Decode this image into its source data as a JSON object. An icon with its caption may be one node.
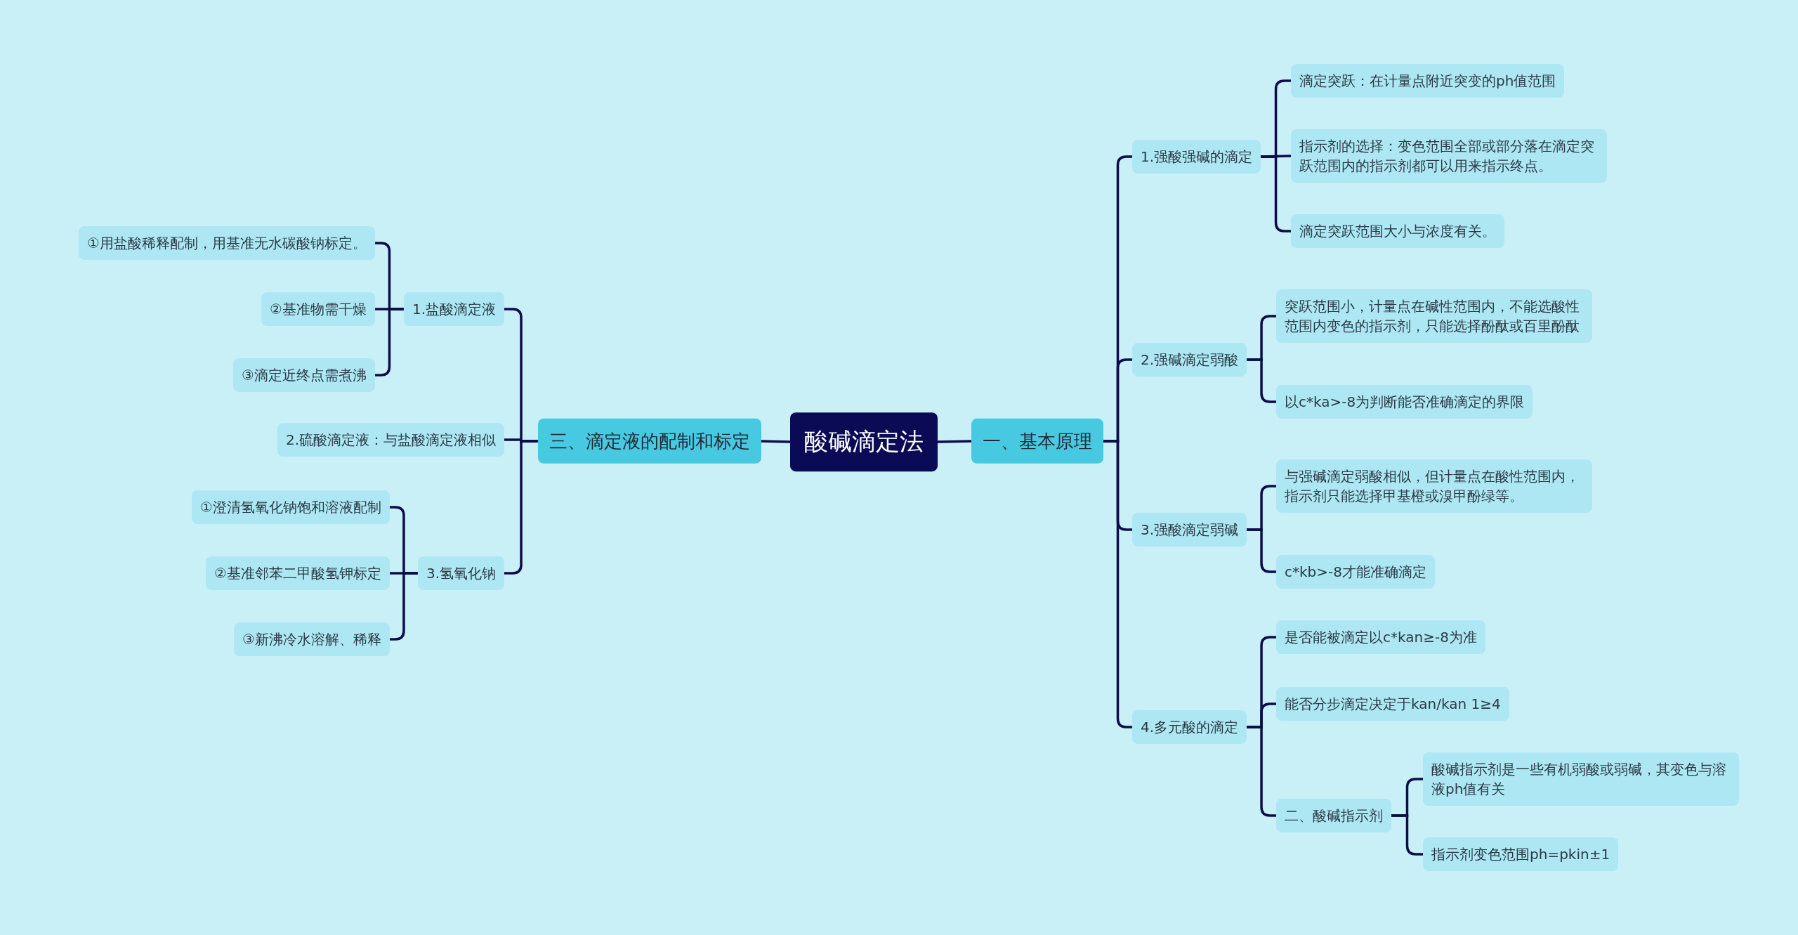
{
  "diagram": {
    "nodes": [
      {
        "text": [
          "酸碱滴定法"
        ]
      },
      {
        "text": [
          "一、基本原理"
        ]
      },
      {
        "text": [
          "1.强酸强碱的滴定"
        ]
      },
      {
        "text": [
          "滴定突跃：在计量点附近突变的ph值范围"
        ]
      },
      {
        "text": [
          "指示剂的选择：变色范围全部或部分落在滴定突跃范围内的指示剂都可以用来指示终点。"
        ]
      },
      {
        "text": [
          "滴定突跃范围大小与浓度有关。"
        ]
      },
      {
        "text": [
          "2.强碱滴定弱酸"
        ]
      },
      {
        "text": [
          "突跃范围小，计量点在碱性范围内，不能选酸性范围内变色的指示剂，只能选择酚酞或百里酚酞"
        ]
      },
      {
        "text": [
          "以c*ka>-8为判断能否准确滴定的界限"
        ]
      },
      {
        "text": [
          "3.强酸滴定弱碱"
        ]
      },
      {
        "text": [
          "与强碱滴定弱酸相似，但计量点在酸性范围内，指示剂只能选择甲基橙或溴甲酚绿等。"
        ]
      },
      {
        "text": [
          "c*kb>-8才能准确滴定"
        ]
      },
      {
        "text": [
          "4.多元酸的滴定"
        ]
      },
      {
        "text": [
          "是否能被滴定以c*kan≥-8为准"
        ]
      },
      {
        "text": [
          "能否分步滴定决定于kan/kan 1≥4"
        ]
      },
      {
        "text": [
          "二、酸碱指示剂"
        ]
      },
      {
        "text": [
          "酸碱指示剂是一些有机弱酸或弱碱，其变色与溶液ph值有关"
        ]
      },
      {
        "text": [
          "指示剂变色范围ph=pkin±1"
        ]
      },
      {
        "text": [
          "三、滴定液的配制和标定"
        ]
      },
      {
        "text": [
          "1.盐酸滴定液"
        ]
      },
      {
        "text": [
          "①用盐酸稀释配制，用基准无水碳酸钠标定。"
        ]
      },
      {
        "text": [
          "②基准物需干燥"
        ]
      },
      {
        "text": [
          "③滴定近终点需煮沸"
        ]
      },
      {
        "text": [
          "2.硫酸滴定液：与盐酸滴定液相似"
        ]
      },
      {
        "text": [
          "3.氢氧化钠"
        ]
      },
      {
        "text": [
          "①澄清氢氧化钠饱和溶液配制"
        ]
      },
      {
        "text": [
          "②基准邻苯二甲酸氢钾标定"
        ]
      },
      {
        "text": [
          "③新沸冷水溶解、稀释"
        ]
      }
    ],
    "edges": [
      {
        "from": 0,
        "to": 1,
        "arrow": "none"
      },
      {
        "from": 1,
        "to": 2,
        "arrow": "none"
      },
      {
        "from": 2,
        "to": 3,
        "arrow": "none"
      },
      {
        "from": 2,
        "to": 4,
        "arrow": "none"
      },
      {
        "from": 2,
        "to": 5,
        "arrow": "none"
      },
      {
        "from": 1,
        "to": 6,
        "arrow": "none"
      },
      {
        "from": 6,
        "to": 7,
        "arrow": "none"
      },
      {
        "from": 6,
        "to": 8,
        "arrow": "none"
      },
      {
        "from": 1,
        "to": 9,
        "arrow": "none"
      },
      {
        "from": 9,
        "to": 10,
        "arrow": "none"
      },
      {
        "from": 9,
        "to": 11,
        "arrow": "none"
      },
      {
        "from": 1,
        "to": 12,
        "arrow": "none"
      },
      {
        "from": 12,
        "to": 13,
        "arrow": "none"
      },
      {
        "from": 12,
        "to": 14,
        "arrow": "none"
      },
      {
        "from": 12,
        "to": 15,
        "arrow": "none"
      },
      {
        "from": 15,
        "to": 16,
        "arrow": "none"
      },
      {
        "from": 15,
        "to": 17,
        "arrow": "none"
      },
      {
        "from": 0,
        "to": 18,
        "arrow": "none"
      },
      {
        "from": 18,
        "to": 19,
        "arrow": "none"
      },
      {
        "from": 19,
        "to": 20,
        "arrow": "none"
      },
      {
        "from": 19,
        "to": 21,
        "arrow": "none"
      },
      {
        "from": 19,
        "to": 22,
        "arrow": "none"
      },
      {
        "from": 18,
        "to": 23,
        "arrow": "none"
      },
      {
        "from": 18,
        "to": 24,
        "arrow": "none"
      },
      {
        "from": 24,
        "to": 25,
        "arrow": "none"
      },
      {
        "from": 24,
        "to": 26,
        "arrow": "none"
      },
      {
        "from": 24,
        "to": 27,
        "arrow": "none"
      }
    ]
  }
}
